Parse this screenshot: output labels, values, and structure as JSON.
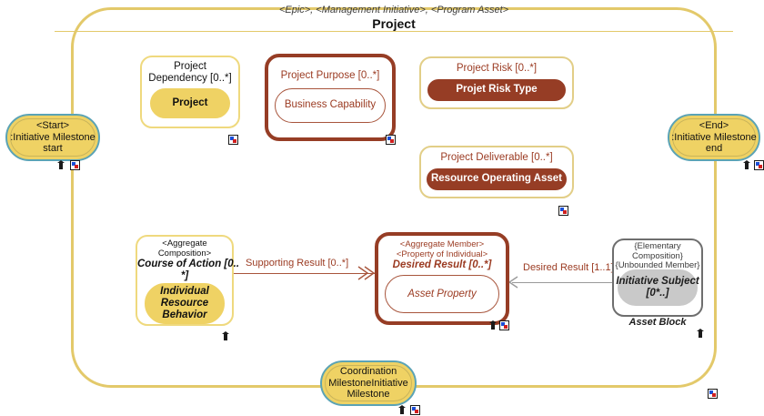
{
  "diagram": {
    "frame": {
      "stereotypes": "<Epic>, <Management Initiative>, <Program Asset>",
      "name": "Project",
      "border_color": "#E3C96A"
    },
    "milestones": [
      {
        "id": "start",
        "stereotype": "<Start>",
        "line2": ":Initiative Milestone",
        "line3": "start"
      },
      {
        "id": "end",
        "stereotype": "<End>",
        "line2": ":Initiative Milestone",
        "line3": "end"
      },
      {
        "id": "coordination",
        "line1": "Coordination",
        "line2": "MilestoneInitiative",
        "line3": "Milestone"
      }
    ],
    "nodes": [
      {
        "id": "project-dependency",
        "header_lines": [
          "Project",
          "Dependency [0..*]"
        ],
        "classifier": "Project",
        "style": "yellow"
      },
      {
        "id": "project-purpose",
        "header_lines": [
          "Project Purpose [0..*]"
        ],
        "classifier": "Business Capability",
        "style": "brown"
      },
      {
        "id": "project-risk",
        "header_lines": [
          "Project Risk [0..*]"
        ],
        "classifier": "Projet Risk Type",
        "style": "brown-thin"
      },
      {
        "id": "project-deliverable",
        "header_lines": [
          "Project Deliverable [0..*]"
        ],
        "classifier": "Resource Operating Asset",
        "style": "brown-thin"
      },
      {
        "id": "course-of-action",
        "stereotype_lines": [
          "<Aggregate",
          "Composition>"
        ],
        "header_lines": [
          "Course of Action [0..",
          "*]"
        ],
        "classifier_lines": [
          "Individual",
          "Resource",
          "Behavior"
        ],
        "style": "yellow"
      },
      {
        "id": "desired-result",
        "stereotype_lines": [
          "<Aggregate Member>",
          "<Property of Individual>"
        ],
        "header_lines": [
          "Desired Result [0..*]"
        ],
        "classifier": "Asset Property",
        "style": "brown"
      },
      {
        "id": "asset-block",
        "stereotype_lines": [
          "{Elementary",
          "Composition}",
          "{Unbounded Member}"
        ],
        "classifier_lines": [
          "Initiative Subject",
          "[0*..]"
        ],
        "caption": "Asset Block",
        "style": "grey"
      }
    ],
    "connectors": [
      {
        "id": "supporting-result",
        "label": "Supporting Result [0..*]",
        "from": "course-of-action",
        "to": "desired-result",
        "color": "#A8553C"
      },
      {
        "id": "desired-result-link",
        "label": "Desired Result [1..1]",
        "from": "asset-block",
        "to": "desired-result",
        "color": "#9A9A9A"
      }
    ],
    "colors": {
      "frame": "#E3C96A",
      "yellow_fill": "#EFD264",
      "brown": "#963D25",
      "brown_text": "#9B3B22",
      "grey_fill": "#C9C9C9",
      "milestone_border": "#5BA3B5"
    }
  }
}
